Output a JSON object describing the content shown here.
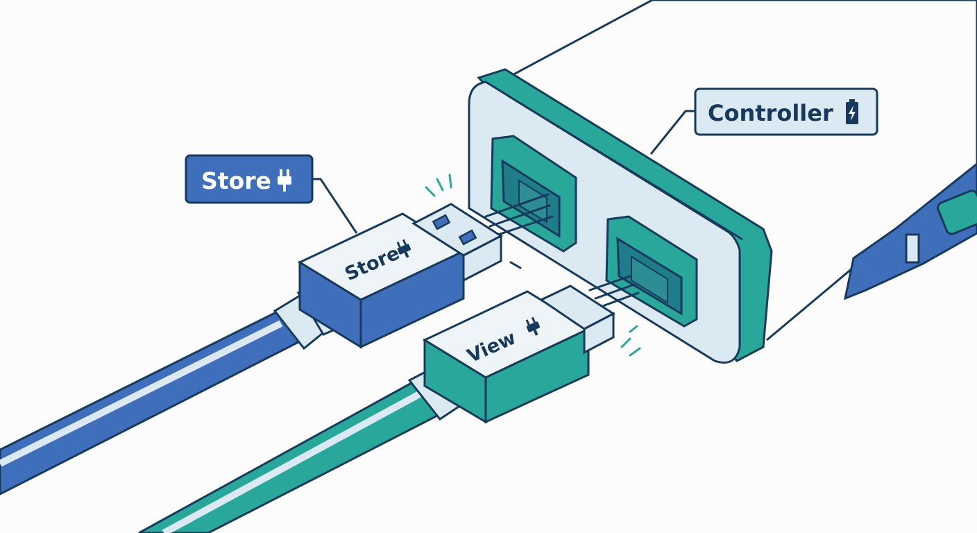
{
  "labels": {
    "store_callout": "Store",
    "controller_callout": "Controller",
    "store_plug": "Store",
    "view_plug": "View"
  },
  "icons": {
    "store_callout_icon": "plug-icon",
    "controller_callout_icon": "battery-charging-icon",
    "store_plug_icon": "plug-icon",
    "view_plug_icon": "plug-icon"
  },
  "colors": {
    "outline": "#173a5c",
    "store_blue": "#3f6fba",
    "view_teal": "#2aa79b",
    "panel_light": "#dbe9f2",
    "background": "#fbfcfb"
  }
}
